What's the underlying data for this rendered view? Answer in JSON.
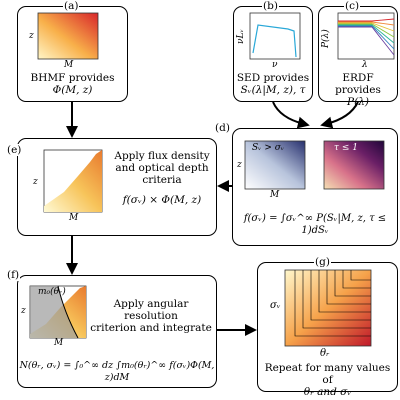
{
  "panels": {
    "a": {
      "label": "(a)",
      "caption_line1": "BHMF provides",
      "caption_line2": "Φ(M, z)",
      "xlabel": "M",
      "ylabel": "z"
    },
    "b": {
      "label": "(b)",
      "caption_line1": "SED provides",
      "caption_line2": "Sᵥ(λ|M, z), τ",
      "xlabel": "ν",
      "ylabel": "νLᵥ"
    },
    "c": {
      "label": "(c)",
      "caption_line1": "ERDF provides",
      "caption_line2": "P(λ)",
      "xlabel": "λ",
      "ylabel": "P(λ)"
    },
    "d": {
      "label": "(d)",
      "plot1_title": "Sᵥ > σᵥ",
      "plot2_title": "τ ≤ 1",
      "xlabel": "M",
      "ylabel": "z",
      "equation": "f(σᵥ) = ∫σᵥ^∞ P(Sᵥ|M, z, τ ≤ 1)dSᵥ"
    },
    "e": {
      "label": "(e)",
      "text_line1": "Apply flux density",
      "text_line2": "and optical depth",
      "text_line3": "criteria",
      "equation": "f(σᵥ) × Φ(M, z)",
      "xlabel": "M",
      "ylabel": "z"
    },
    "f": {
      "label": "(f)",
      "text_line1": "Apply angular resolution",
      "text_line2": "criterion and integrate",
      "plot_label": "m₀(θᵣ)",
      "equation": "N(θᵣ, σᵥ) = ∫₀^∞ dz ∫m₀(θᵣ)^∞ f(σᵥ)Φ(M, z)dM",
      "xlabel": "M",
      "ylabel": "z"
    },
    "g": {
      "label": "(g)",
      "xlabel": "θᵣ",
      "ylabel": "σᵥ",
      "caption_line1": "Repeat for many values of",
      "caption_line2": "θᵣ and σᵥ"
    }
  }
}
